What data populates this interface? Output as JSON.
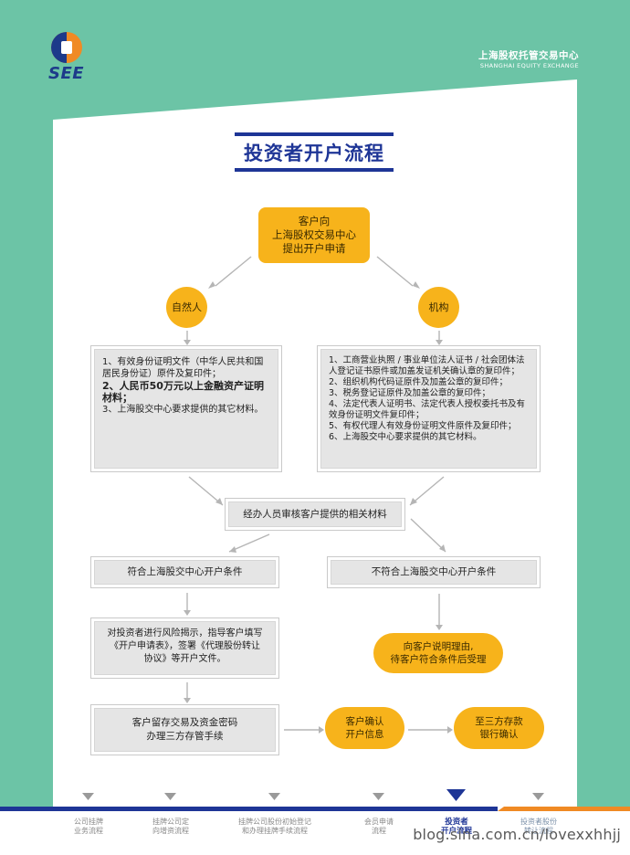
{
  "header": {
    "logo_text": "SEE",
    "org_name_cn": "上海股权托管交易中心",
    "org_name_en": "SHANGHAI EQUITY EXCHANGE"
  },
  "title": "投资者开户流程",
  "flow": {
    "start": [
      "客户向",
      "上海股权交易中心",
      "提出开户申请"
    ],
    "person_label": "自然人",
    "org_label": "机构",
    "person_docs": [
      "1、有效身份证明文件（中华人民共和国居民身份证）原件及复印件；",
      "2、人民币50万元以上金融资产证明材料；",
      "3、上海股交中心要求提供的其它材料。"
    ],
    "org_docs": [
      "1、工商营业执照 / 事业单位法人证书 / 社会团体法人登记证书原件或加盖发证机关确认章的复印件；",
      "2、组织机构代码证原件及加盖公章的复印件；",
      "3、税务登记证原件及加盖公章的复印件；",
      "4、法定代表人证明书、法定代表人授权委托书及有效身份证明文件复印件；",
      "5、有权代理人有效身份证明文件原件及复印件；",
      "6、上海股交中心要求提供的其它材料。"
    ],
    "review": "经办人员审核客户提供的相关材料",
    "meet": "符合上海股交中心开户条件",
    "not_meet": "不符合上海股交中心开户条件",
    "risk": "对投资者进行风险揭示，指导客户填写《开户申请表》，签署《代理股份转让协议》等开户文件。",
    "explain": [
      "向客户说明理由,",
      "待客户符合条件后受理"
    ],
    "password": [
      "客户留存交易及资金密码",
      "办理三方存管手续"
    ],
    "confirm": [
      "客户确认",
      "开户信息"
    ],
    "bank": [
      "至三方存款",
      "银行确认"
    ]
  },
  "nav": {
    "items": [
      [
        "公司挂牌",
        "业务流程"
      ],
      [
        "挂牌公司定",
        "向增资流程"
      ],
      [
        "挂牌公司股份初始登记",
        "和办理挂牌手续流程"
      ],
      [
        "会员申请",
        "流程"
      ],
      [
        "投资者",
        "开户流程"
      ],
      [
        "投资者股份",
        "转让流程"
      ]
    ],
    "active_index": 4
  },
  "watermark": "blog.sina.com.cn/lovexxhhjj",
  "colors": {
    "background": "#6cc4a6",
    "panel": "#ffffff",
    "brand_blue": "#1e3596",
    "accent_orange": "#f7b31b",
    "nav_orange": "#f08a24",
    "box_gray": "#e5e5e5"
  }
}
